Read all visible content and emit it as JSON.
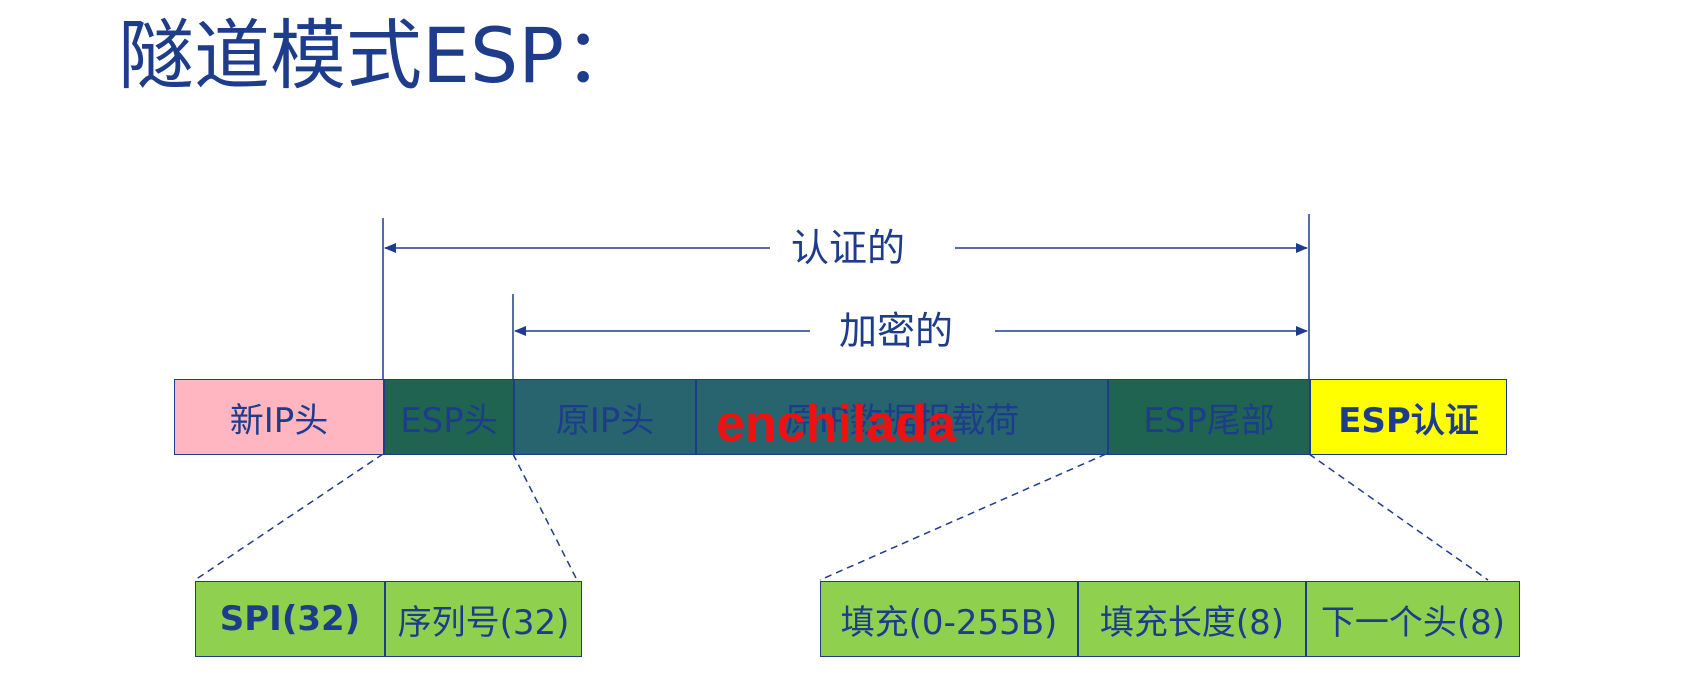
{
  "title": "隧道模式ESP：",
  "labels": {
    "authenticated": "认证的",
    "encrypted": "加密的"
  },
  "packet": [
    {
      "id": "new-ip-header",
      "text": "新IP头",
      "color": "#ffb6c1"
    },
    {
      "id": "esp-header",
      "text": "ESP头",
      "color": "#1e6450"
    },
    {
      "id": "orig-ip-header",
      "text": "原IP头",
      "color": "#28646e"
    },
    {
      "id": "orig-ip-payload",
      "text": "原IP数据报载荷",
      "color": "#28646e"
    },
    {
      "id": "esp-trailer",
      "text": "ESP尾部",
      "color": "#1e6450"
    },
    {
      "id": "esp-auth",
      "text": "ESP认证",
      "color": "#ffff00"
    }
  ],
  "esp_header_fields": [
    {
      "text": "SPI(32)"
    },
    {
      "text": "序列号(32)"
    }
  ],
  "esp_trailer_fields": [
    {
      "text": "填充(0-255B)"
    },
    {
      "text": "填充长度(8)"
    },
    {
      "text": "下一个头(8)"
    }
  ],
  "overlay_text": "enchilada",
  "colors": {
    "text_blue": "#1e3c8c",
    "field_green": "#8fd14f",
    "overlay_red": "#ee1111"
  }
}
